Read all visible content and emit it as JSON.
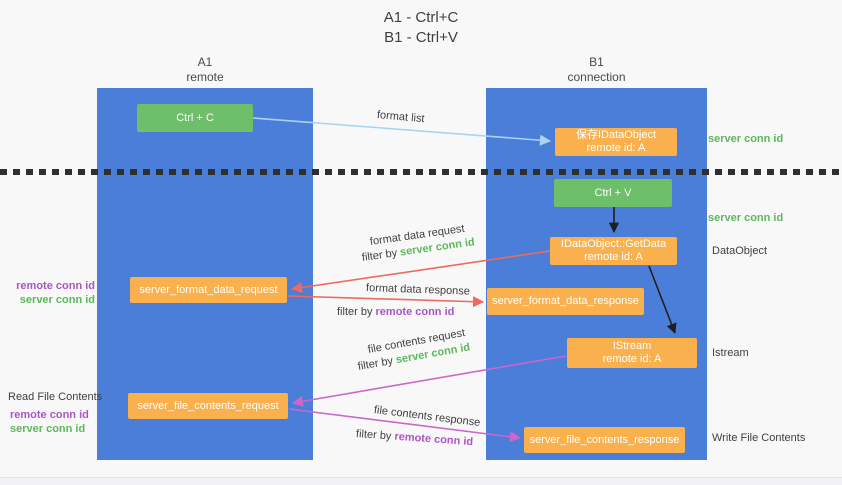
{
  "title": {
    "line1": "A1 - Ctrl+C",
    "line2": "B1 - Ctrl+V"
  },
  "lanes": {
    "left": {
      "name": "A1",
      "role": "remote"
    },
    "right": {
      "name": "B1",
      "role": "connection"
    }
  },
  "nodes": {
    "ctrl_c": "Ctrl + C",
    "ctrl_v": "Ctrl + V",
    "save_dataobject": {
      "line1": "保存IDataObject",
      "line2": "remote id: A"
    },
    "getdata": {
      "line1": "IDataObject::GetData",
      "line2": "remote id: A"
    },
    "istream": {
      "line1": "IStream",
      "line2": "remote id: A"
    },
    "server_format_data_request": "server_format_data_request",
    "server_format_data_response": "server_format_data_response",
    "server_file_contents_request": "server_file_contents_request",
    "server_file_contents_response": "server_file_contents_response"
  },
  "arrow_labels": {
    "format_list": "format list",
    "format_data_request": "format data request",
    "format_data_response": "format data response",
    "file_contents_request": "file contents request",
    "file_contents_response": "file contents response"
  },
  "strings": {
    "filter_by": "filter by ",
    "server_conn_id": "server conn id",
    "remote_conn_id": "remote conn id"
  },
  "side_labels": {
    "dataobject": "DataObject",
    "istream": "Istream",
    "read_file_contents": "Read File Contents",
    "write_file_contents": "Write File Contents"
  },
  "colors": {
    "lane_blue": "#4a7ed8",
    "node_green": "#6dbf6a",
    "node_orange": "#f9b04d",
    "conn_id_green": "#5cb85c",
    "conn_id_purple": "#ab55c7",
    "arrow_light_blue": "#a9d4f1",
    "arrow_salmon": "#ee6a5f",
    "arrow_magenta": "#cb66cb",
    "arrow_black": "#1f1f1f",
    "text_dark": "#3f3f3f",
    "background": "#f8f8f8"
  }
}
